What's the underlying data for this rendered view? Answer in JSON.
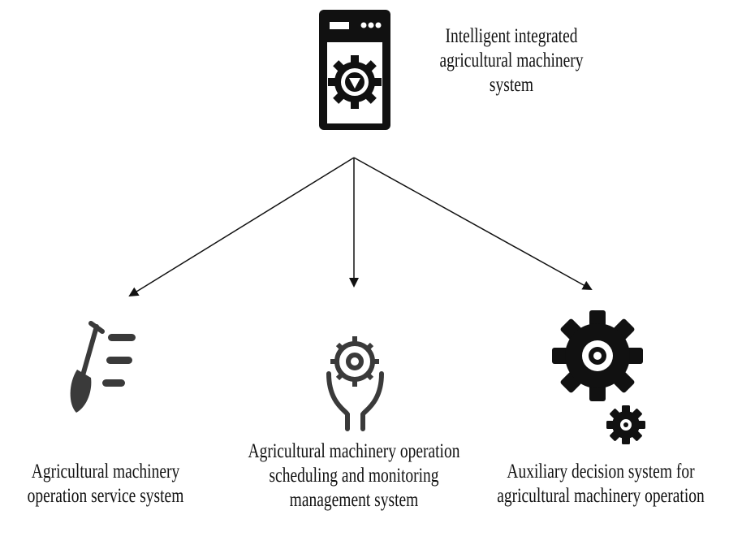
{
  "root": {
    "icon": "machinery-control-panel-icon",
    "label_lines": [
      "Intelligent integrated",
      "agricultural machinery",
      "system"
    ]
  },
  "children": [
    {
      "icon": "shovel-service-icon",
      "label_lines": [
        "Agricultural machinery",
        "operation service system"
      ]
    },
    {
      "icon": "gear-in-hand-icon",
      "label_lines": [
        "Agricultural machinery operation",
        "scheduling and monitoring",
        "management system"
      ]
    },
    {
      "icon": "gears-icon",
      "label_lines": [
        "Auxiliary decision system for",
        "agricultural machinery operation"
      ]
    }
  ],
  "colors": {
    "icon_black": "#111111",
    "icon_gray": "#3a3a3a",
    "arrow": "#111111"
  }
}
